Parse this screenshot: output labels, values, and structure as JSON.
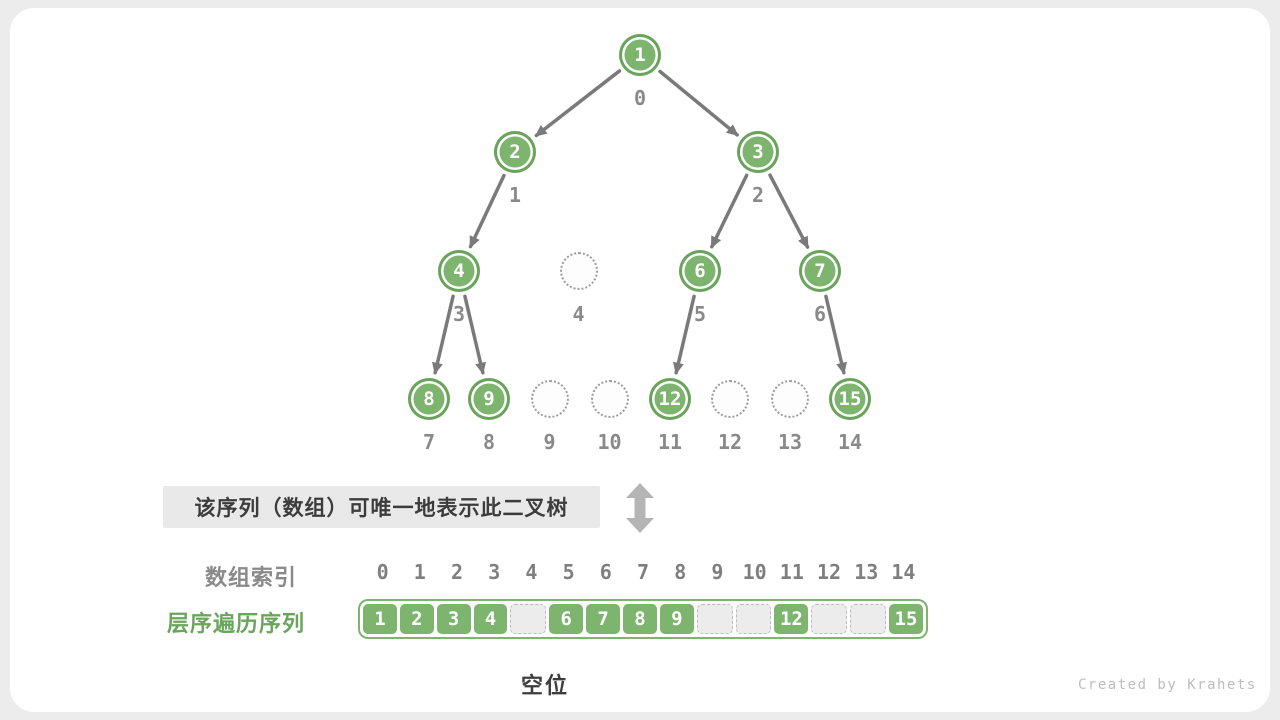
{
  "colors": {
    "node_green": "#7db46e",
    "node_ring_dark": "#6aa35c",
    "arrow_gray": "#7a7a7a",
    "index_gray": "#8a8a8a",
    "caption_bg": "#e9e9e9",
    "caption_text": "#3c3c3c",
    "sequence_label_green": "#69a65b",
    "updown_arrow_gray": "#b5b5b5"
  },
  "tree": {
    "values": [
      1,
      2,
      3,
      4,
      null,
      6,
      7,
      8,
      9,
      null,
      null,
      12,
      null,
      null,
      15
    ],
    "index_labels": [
      "0",
      "1",
      "2",
      "3",
      "4",
      "5",
      "6",
      "7",
      "8",
      "9",
      "10",
      "11",
      "12",
      "13",
      "14"
    ]
  },
  "caption": {
    "text": "该序列（数组）可唯一地表示此二叉树"
  },
  "array_section": {
    "index_label": "数组索引",
    "sequence_label": "层序遍历序列",
    "indices": [
      "0",
      "1",
      "2",
      "3",
      "4",
      "5",
      "6",
      "7",
      "8",
      "9",
      "10",
      "11",
      "12",
      "13",
      "14"
    ],
    "values": [
      1,
      2,
      3,
      4,
      null,
      6,
      7,
      8,
      9,
      null,
      null,
      12,
      null,
      null,
      15
    ],
    "empty_note": "空位"
  },
  "watermark": "Created by Krahets"
}
